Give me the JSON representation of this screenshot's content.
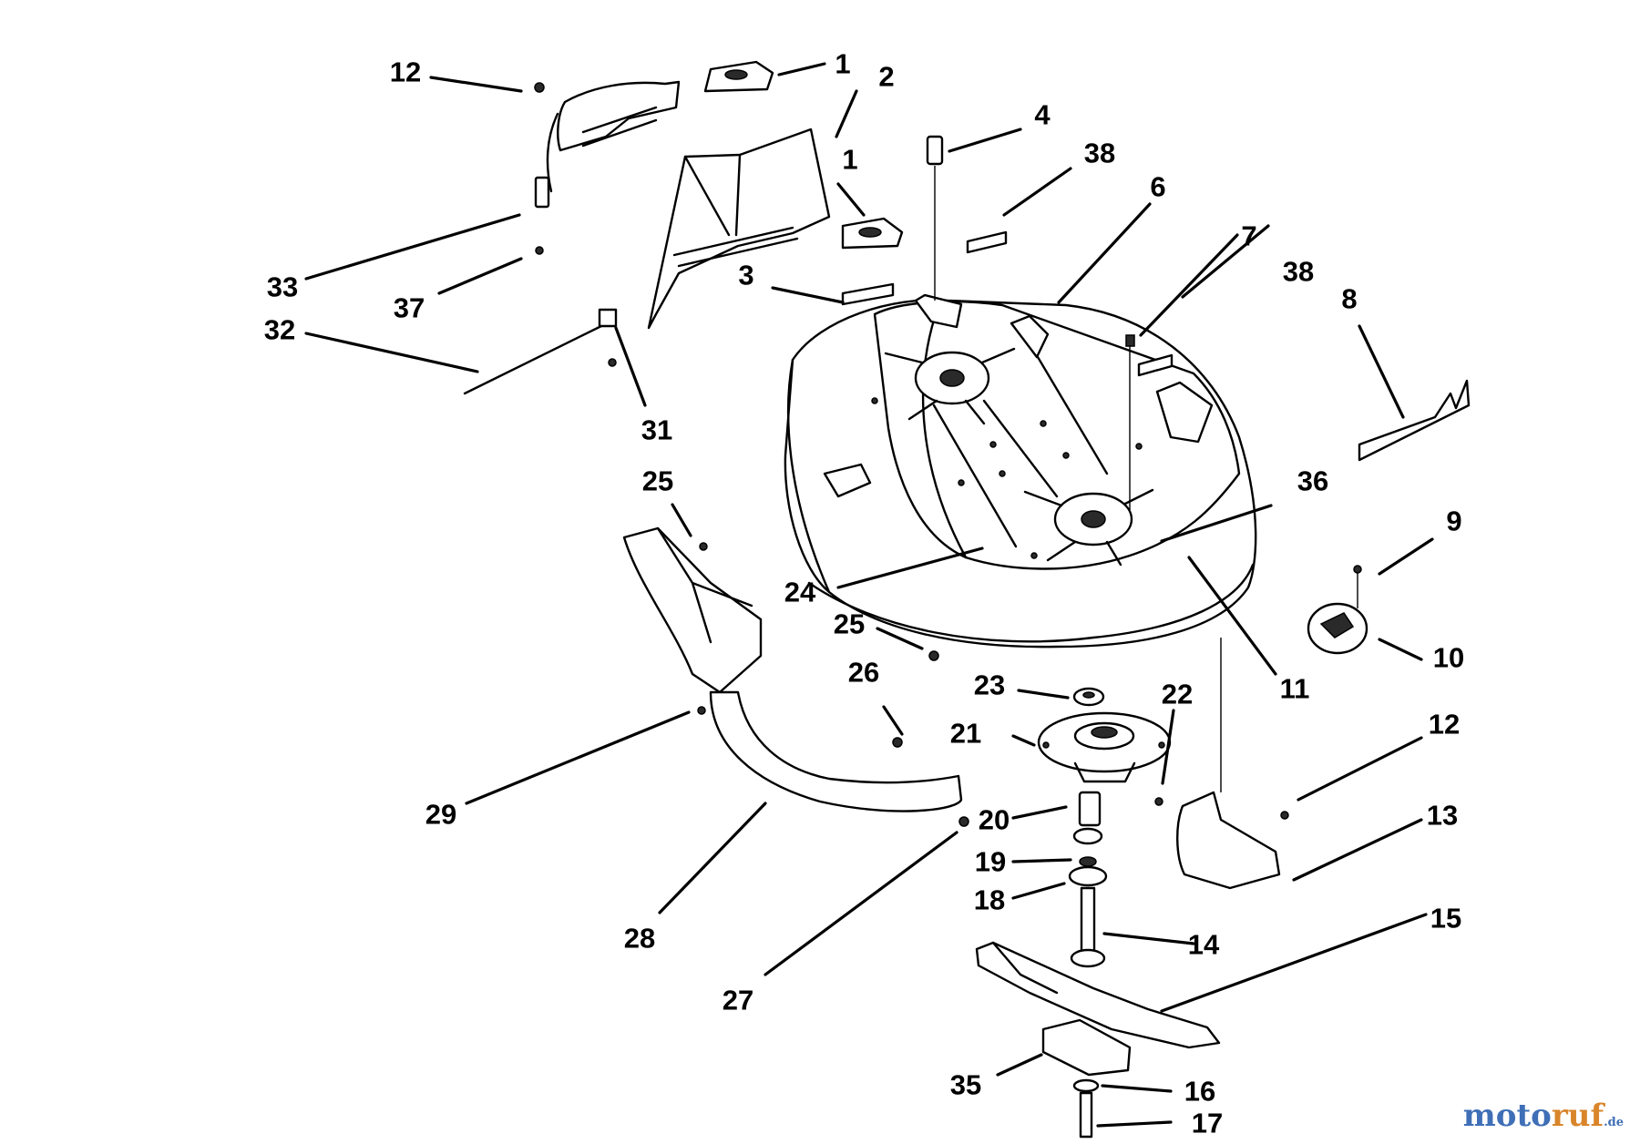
{
  "callouts": [
    {
      "id": "c12a",
      "text": "12"
    },
    {
      "id": "c1a",
      "text": "1"
    },
    {
      "id": "c2",
      "text": "2"
    },
    {
      "id": "c1b",
      "text": "1"
    },
    {
      "id": "c4",
      "text": "4"
    },
    {
      "id": "c38a",
      "text": "38"
    },
    {
      "id": "c6",
      "text": "6"
    },
    {
      "id": "c7",
      "text": "7"
    },
    {
      "id": "c38b",
      "text": "38"
    },
    {
      "id": "c8",
      "text": "8"
    },
    {
      "id": "c33",
      "text": "33"
    },
    {
      "id": "c37",
      "text": "37"
    },
    {
      "id": "c3",
      "text": "3"
    },
    {
      "id": "c32",
      "text": "32"
    },
    {
      "id": "c31",
      "text": "31"
    },
    {
      "id": "c25a",
      "text": "25"
    },
    {
      "id": "c36",
      "text": "36"
    },
    {
      "id": "c9",
      "text": "9"
    },
    {
      "id": "c24",
      "text": "24"
    },
    {
      "id": "c25b",
      "text": "25"
    },
    {
      "id": "c10",
      "text": "10"
    },
    {
      "id": "c26",
      "text": "26"
    },
    {
      "id": "c23",
      "text": "23"
    },
    {
      "id": "c22",
      "text": "22"
    },
    {
      "id": "c11",
      "text": "11"
    },
    {
      "id": "c21",
      "text": "21"
    },
    {
      "id": "c12b",
      "text": "12"
    },
    {
      "id": "c29",
      "text": "29"
    },
    {
      "id": "c20",
      "text": "20"
    },
    {
      "id": "c13",
      "text": "13"
    },
    {
      "id": "c19",
      "text": "19"
    },
    {
      "id": "c18",
      "text": "18"
    },
    {
      "id": "c28",
      "text": "28"
    },
    {
      "id": "c15",
      "text": "15"
    },
    {
      "id": "c14",
      "text": "14"
    },
    {
      "id": "c27",
      "text": "27"
    },
    {
      "id": "c35",
      "text": "35"
    },
    {
      "id": "c16",
      "text": "16"
    },
    {
      "id": "c17",
      "text": "17"
    }
  ],
  "watermark": {
    "part1": "moto",
    "part2": "ruf",
    "suffix": ".de"
  },
  "colors": {
    "ink": "#000000",
    "watermark_blue": "#3f6fb6",
    "watermark_orange": "#d9852a"
  }
}
